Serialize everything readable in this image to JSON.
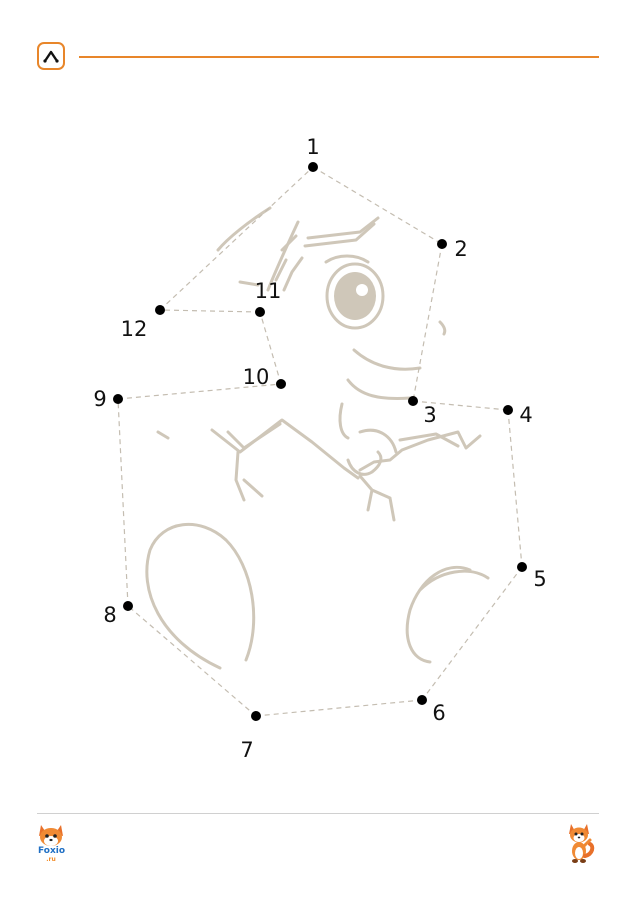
{
  "header": {
    "logo_icon": "caret-up-icon",
    "accent_color": "#e8862a"
  },
  "puzzle": {
    "line_color": "#c4bdb1",
    "dots": [
      {
        "n": "1"
      },
      {
        "n": "2"
      },
      {
        "n": "3"
      },
      {
        "n": "4"
      },
      {
        "n": "5"
      },
      {
        "n": "6"
      },
      {
        "n": "7"
      },
      {
        "n": "8"
      },
      {
        "n": "9"
      },
      {
        "n": "10"
      },
      {
        "n": "11"
      },
      {
        "n": "12"
      }
    ]
  },
  "footer": {
    "brand_name": "Foxio",
    "brand_suffix": ".ru",
    "mascot_icon": "fox-mascot-icon"
  }
}
